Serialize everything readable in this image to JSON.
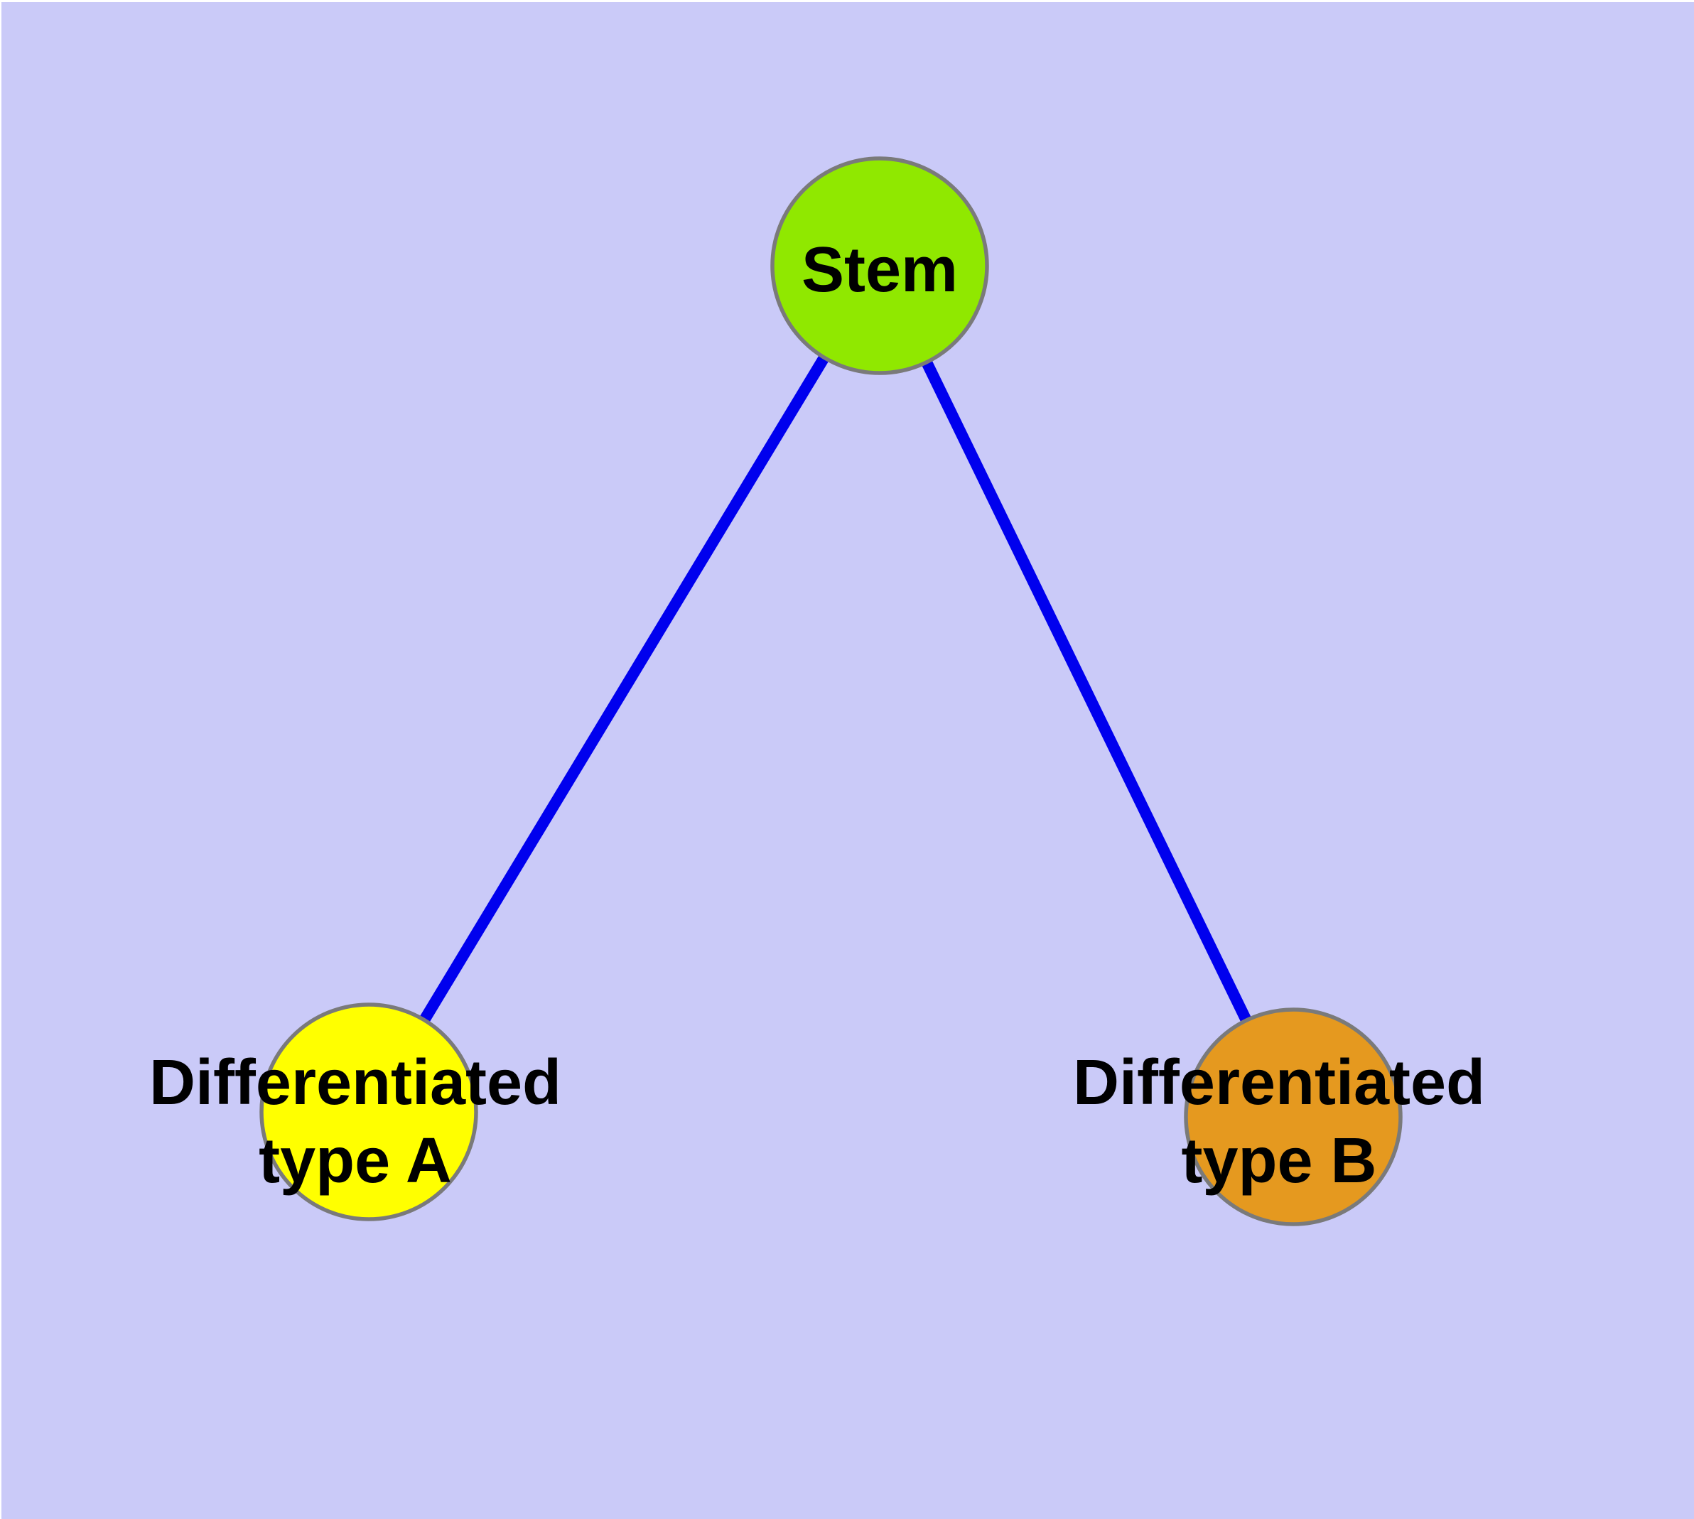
{
  "diagram": {
    "background_color": "#CACAF8",
    "edge_color": "#0000EE",
    "node_border_color": "#7A7A7A",
    "label_color": "#000000",
    "nodes": [
      {
        "id": "stem",
        "label": "Stem",
        "fill": "#90E800"
      },
      {
        "id": "differentiated-type-a",
        "label_line1": "Differentiated",
        "label_line2": "type A",
        "fill": "#FFFF00"
      },
      {
        "id": "differentiated-type-b",
        "label_line1": "Differentiated",
        "label_line2": "type B",
        "fill": "#E5991F"
      }
    ],
    "edges": [
      {
        "from": "Stem",
        "to": "Differentiated type A"
      },
      {
        "from": "Stem",
        "to": "Differentiated type B"
      }
    ]
  }
}
